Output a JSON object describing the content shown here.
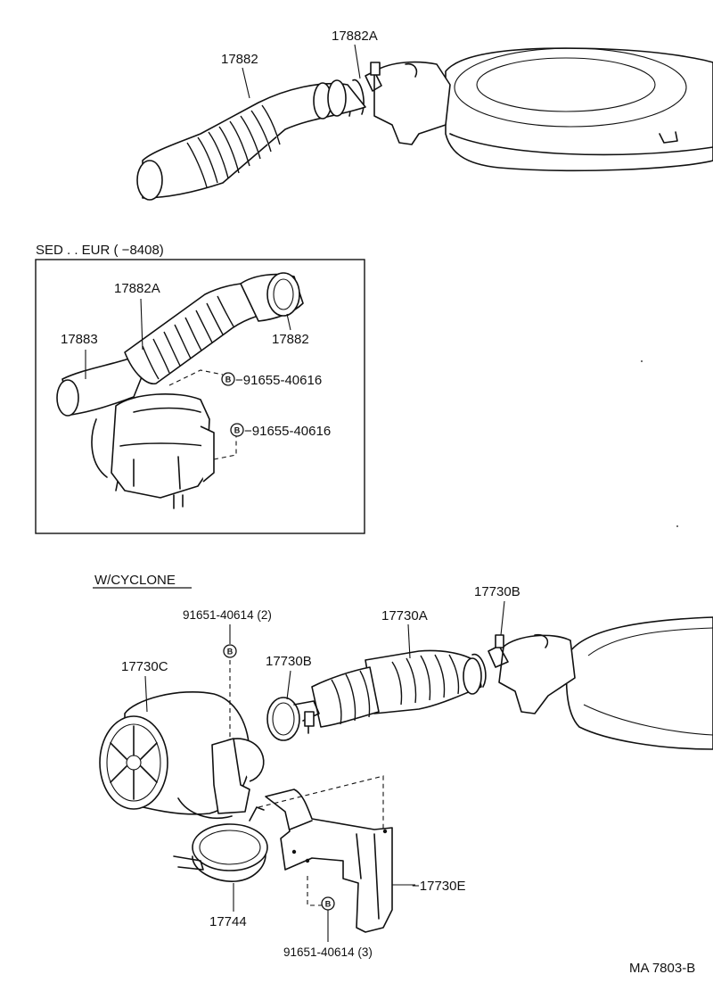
{
  "labels": {
    "top_hose": "17882",
    "top_clamp": "17882A",
    "inset_header": "SED . . EUR (          −8408)",
    "inset_hose_a": "17882A",
    "inset_hose_b": "17883",
    "inset_hose_c": "17882",
    "inset_bolt_1": "−91655-40616",
    "inset_bolt_2": "−91655-40616",
    "cyclone_header": "W/CYCLONE",
    "cyc_bolt_top": "91651-40614 (2)",
    "cyc_clamp_right": "17730B",
    "cyc_hose": "17730A",
    "cyc_clamp_left": "17730B",
    "cyc_cleaner": "17730C",
    "cyc_band": "17744",
    "cyc_bracket": "−17730E",
    "cyc_bolt_bottom": "91651-40614 (3)",
    "drawing_code": "MA 7803-B"
  },
  "bolt_symbol": "B"
}
